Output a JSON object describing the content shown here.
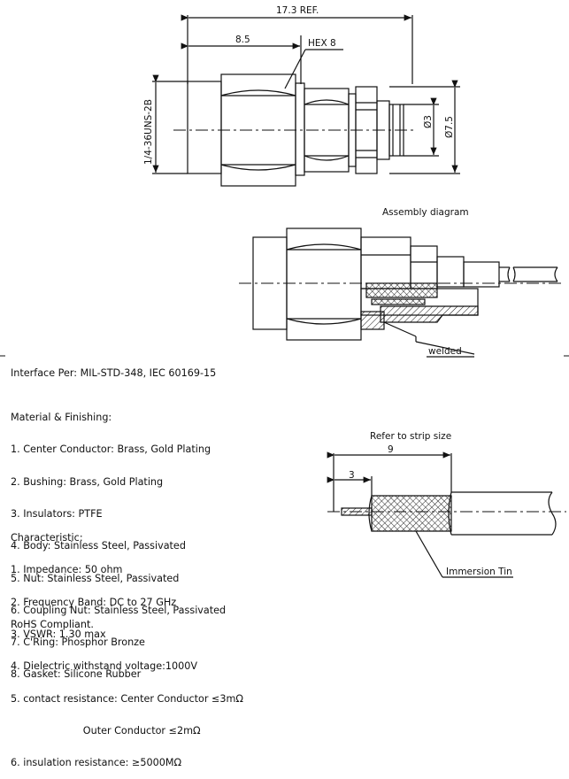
{
  "drawing": {
    "overall_length": "17.3 REF.",
    "hex_length": "8.5",
    "hex_label": "HEX 8",
    "thread_label": "1/4-36UNS-2B",
    "dia_small": "Ø3",
    "dia_large": "Ø7.5",
    "assembly_title": "Assembly diagram",
    "welded_label": "welded",
    "strip_title": "Refer to strip size",
    "strip_total": "9",
    "strip_short": "3",
    "immersion_label": "Immersion Tin"
  },
  "specs": {
    "interface": "Interface Per: MIL-STD-348, IEC 60169-15",
    "material_title": "Material & Finishing:",
    "materials": [
      "1. Center Conductor: Brass, Gold Plating",
      "2. Bushing: Brass, Gold Plating",
      "3. Insulators: PTFE",
      "4. Body: Stainless Steel, Passivated",
      "5. Nut: Stainless Steel, Passivated",
      "6. Coupling Nut: Stainless Steel, Passivated",
      "7. C'Ring: Phosphor Bronze",
      "8. Gasket: Silicone Rubber"
    ],
    "characteristic_title": "Characteristic:",
    "characteristics": [
      "1. Impedance: 50 ohm",
      "2. Frequency Band: DC to 27 GHz",
      "3. VSWR: 1.30 max",
      "4. Dielectric withstand voltage:1000V",
      "5. contact resistance: Center Conductor ≤3mΩ",
      "                       Outer Conductor ≤2mΩ",
      "6. insulation resistance: ≥5000MΩ"
    ],
    "rohs": "RoHS Compliant."
  }
}
